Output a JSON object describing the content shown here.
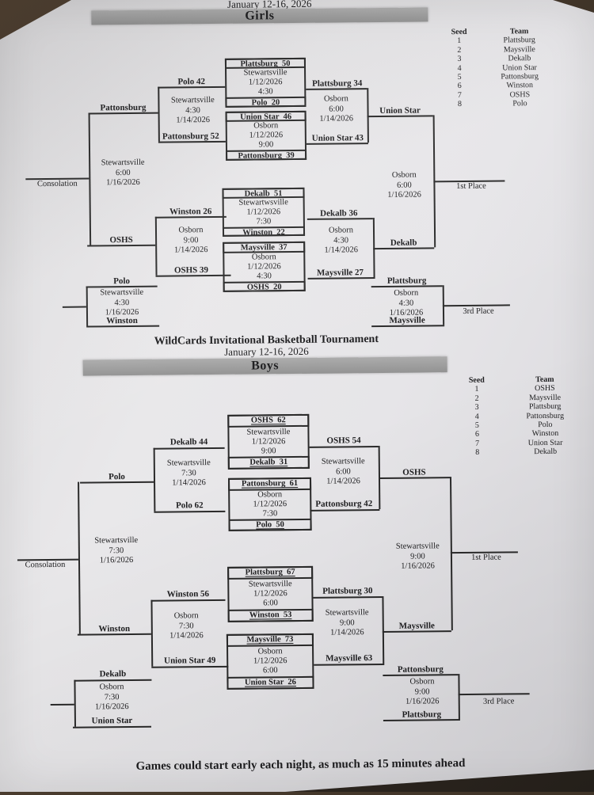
{
  "tournament": {
    "title": "WildCards Invitational Basketball Tournament",
    "dates": "January 12-16, 2026",
    "note": "Games could start early each night, as much as 15 minutes ahead"
  },
  "girls": {
    "banner": "Girls",
    "seed_table": {
      "seed_header": "Seed",
      "team_header": "Team",
      "rows": [
        {
          "seed": "1",
          "team": "Plattsburg"
        },
        {
          "seed": "2",
          "team": "Maysville"
        },
        {
          "seed": "3",
          "team": "Dekalb"
        },
        {
          "seed": "4",
          "team": "Union Star"
        },
        {
          "seed": "5",
          "team": "Pattonsburg"
        },
        {
          "seed": "6",
          "team": "Winston"
        },
        {
          "seed": "7",
          "team": "OSHS"
        },
        {
          "seed": "8",
          "team": "Polo"
        }
      ]
    },
    "round1": [
      {
        "top": "Plattsburg  50",
        "info": [
          "Stewartsville",
          "1/12/2026",
          "4:30"
        ],
        "bottom": "Polo  20"
      },
      {
        "top": "Union Star  46",
        "info": [
          "Osborn",
          "1/12/2026",
          "9:00"
        ],
        "bottom": "Pattonsburg  39"
      },
      {
        "top": "Dekalb  51",
        "info": [
          "Stewartwsville",
          "1/12/2026",
          "7:30"
        ],
        "bottom": "Winston  22"
      },
      {
        "top": "Maysville  37",
        "info": [
          "Osborn",
          "1/12/2026",
          "4:30"
        ],
        "bottom": "OSHS  20"
      }
    ],
    "semi_left_top": {
      "top": "Polo 42",
      "info": [
        "Stewartsville",
        "4:30",
        "1/14/2026"
      ],
      "bottom": "Pattonsburg 52",
      "winner": "Pattonsburg"
    },
    "semi_left_bottom": {
      "top": "Winston 26",
      "info": [
        "Osborn",
        "9:00",
        "1/14/2026"
      ],
      "bottom": "OSHS 39",
      "winner": "OSHS"
    },
    "semi_right_top": {
      "top": "Plattsburg 34",
      "info": [
        "Osborn",
        "6:00",
        "1/14/2026"
      ],
      "bottom": "Union Star 43",
      "winner": "Union Star"
    },
    "semi_right_bottom": {
      "top": "Dekalb 36",
      "info": [
        "Osborn",
        "4:30",
        "1/14/2026"
      ],
      "bottom": "Maysville 27",
      "winner": "Dekalb"
    },
    "consolation": {
      "label": "Consolation",
      "info": [
        "Stewartsville",
        "6:00",
        "1/16/2026"
      ]
    },
    "championship": {
      "label": "1st Place",
      "info": [
        "Osborn",
        "6:00",
        "1/16/2026"
      ]
    },
    "seventh_place": {
      "top": "Polo",
      "info": [
        "Stewartsville",
        "4:30",
        "1/16/2026"
      ],
      "bottom": "Winston"
    },
    "third_place": {
      "label": "3rd Place",
      "top": "Plattsburg",
      "info": [
        "Osborn",
        "4:30",
        "1/16/2026"
      ],
      "bottom": "Maysville"
    }
  },
  "boys": {
    "banner": "Boys",
    "seed_table": {
      "seed_header": "Seed",
      "team_header": "Team",
      "rows": [
        {
          "seed": "1",
          "team": "OSHS"
        },
        {
          "seed": "2",
          "team": "Maysville"
        },
        {
          "seed": "3",
          "team": "Plattsburg"
        },
        {
          "seed": "4",
          "team": "Pattonsburg"
        },
        {
          "seed": "5",
          "team": "Polo"
        },
        {
          "seed": "6",
          "team": "Winston"
        },
        {
          "seed": "7",
          "team": "Union Star"
        },
        {
          "seed": "8",
          "team": "Dekalb"
        }
      ]
    },
    "round1": [
      {
        "top": "OSHS  62",
        "info": [
          "Stewartsville",
          "1/12/2026",
          "9:00"
        ],
        "bottom": "Dekalb  31"
      },
      {
        "top": "Pattonsburg  61",
        "info": [
          "Osborn",
          "1/12/2026",
          "7:30"
        ],
        "bottom": "Polo  50"
      },
      {
        "top": "Plattsburg  67",
        "info": [
          "Stewartsville",
          "1/12/2026",
          "6:00"
        ],
        "bottom": "Winston  53"
      },
      {
        "top": "Maysville  73",
        "info": [
          "Osborn",
          "1/12/2026",
          "6:00"
        ],
        "bottom": "Union Star  26"
      }
    ],
    "semi_left_top": {
      "top": "Dekalb 44",
      "info": [
        "Stewartsville",
        "7:30",
        "1/14/2026"
      ],
      "bottom": "Polo 62",
      "winner": "Polo"
    },
    "semi_left_bottom": {
      "top": "Winston 56",
      "info": [
        "Osborn",
        "7:30",
        "1/14/2026"
      ],
      "bottom": "Union Star 49",
      "winner": "Winston"
    },
    "semi_right_top": {
      "top": "OSHS 54",
      "info": [
        "Stewartsville",
        "6:00",
        "1/14/2026"
      ],
      "bottom": "Pattonsburg 42",
      "winner": "OSHS"
    },
    "semi_right_bottom": {
      "top": "Plattsburg 30",
      "info": [
        "Stewartsville",
        "9:00",
        "1/14/2026"
      ],
      "bottom": "Maysville 63",
      "winner": "Maysville"
    },
    "consolation": {
      "label": "Consolation",
      "info": [
        "Stewartsville",
        "7:30",
        "1/16/2026"
      ]
    },
    "championship": {
      "label": "1st Place",
      "info": [
        "Stewartsville",
        "9:00",
        "1/16/2026"
      ]
    },
    "seventh_place": {
      "top": "Dekalb",
      "info": [
        "Osborn",
        "7:30",
        "1/16/2026"
      ],
      "bottom": "Union Star"
    },
    "third_place": {
      "label": "3rd Place",
      "top": "Pattonsburg",
      "info": [
        "Osborn",
        "9:00",
        "1/16/2026"
      ],
      "bottom": "Plattsburg"
    }
  }
}
